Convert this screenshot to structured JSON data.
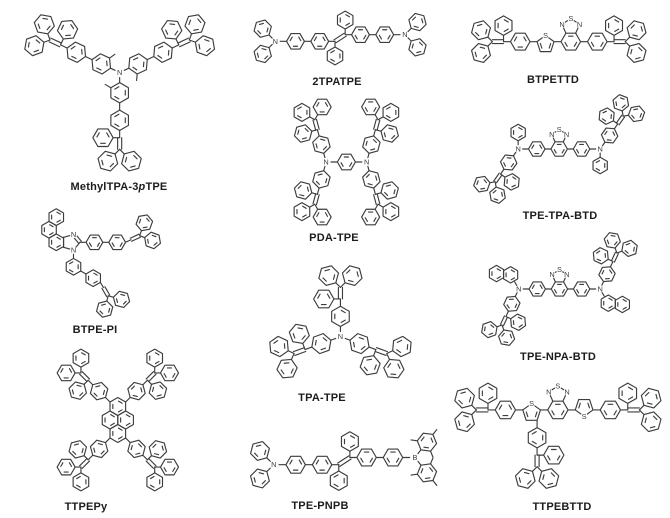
{
  "figure": {
    "background": "#ffffff",
    "stroke_color": "#3d3d3d",
    "label_color": "#1c1c1c",
    "element_symbols": {
      "nitrogen": "N",
      "sulfur": "S",
      "boron": "B"
    },
    "description": "Panel of eleven drawn chemical structures of tetraphenylethene (TPE) based luminogens, each with a name label beneath it"
  },
  "compounds": [
    {
      "id": "methyltpa-3ptpe",
      "name": "MethylTPA-3pTPE",
      "name_parts": [
        {
          "text": "MethylTPA-3"
        },
        {
          "text": "p",
          "italic": true
        },
        {
          "text": "TPE"
        }
      ],
      "heteroatoms": [
        "N"
      ],
      "structure": "triphenylamine core, three methylphenyl-phenylene arms each ending in a triphenylethenyl (TPE) unit"
    },
    {
      "id": "2tpatpe",
      "name": "2TPATPE",
      "heteroatoms": [
        "N",
        "N"
      ],
      "structure": "central tetraphenylethene with two biphenyl-diphenylamine end groups"
    },
    {
      "id": "btpettd",
      "name": "BTPETTD",
      "heteroatoms": [
        "N",
        "N",
        "S",
        "S"
      ],
      "structure": "benzothiadiazole core with thiophene, phenylene spacers and two TPE end groups"
    },
    {
      "id": "pda-tpe",
      "name": "PDA-TPE",
      "heteroatoms": [
        "N",
        "N"
      ],
      "structure": "phenylenediamine core bearing four phenylene-TPE arms"
    },
    {
      "id": "tpe-tpa-btd",
      "name": "TPE-TPA-BTD",
      "heteroatoms": [
        "N",
        "N",
        "N",
        "N",
        "S"
      ],
      "structure": "benzothiadiazole core flanked by two triphenylamine units each carrying a phenylene-TPE arm"
    },
    {
      "id": "btpe-pi",
      "name": "BTPE-PI",
      "heteroatoms": [
        "N",
        "N"
      ],
      "structure": "phenanthroimidazole core with two biphenyl-diphenylethenyl arms"
    },
    {
      "id": "tpa-tpe",
      "name": "TPA-TPE",
      "heteroatoms": [
        "N"
      ],
      "structure": "triphenylamine core with three phenylene-TPE arms"
    },
    {
      "id": "tpe-npa-btd",
      "name": "TPE-NPA-BTD",
      "heteroatoms": [
        "N",
        "N",
        "N",
        "N",
        "S"
      ],
      "structure": "benzothiadiazole core flanked by two naphthyl-phenyl-amine units each carrying a phenylene-TPE arm"
    },
    {
      "id": "ttpepy",
      "name": "TTPEPy",
      "heteroatoms": [],
      "structure": "pyrene core with four phenylene-TPE arms"
    },
    {
      "id": "tpe-pnpb",
      "name": "TPE-PNPB",
      "heteroatoms": [
        "N",
        "B"
      ],
      "structure": "tetraphenylethene bridge with diphenylamine donor and dimesitylboron acceptor"
    },
    {
      "id": "ttpebttd",
      "name": "TTPEBTTD",
      "heteroatoms": [
        "N",
        "N",
        "S",
        "S",
        "S"
      ],
      "structure": "benzothiadiazole core with two thiophenes and three phenylene-TPE arms"
    }
  ]
}
